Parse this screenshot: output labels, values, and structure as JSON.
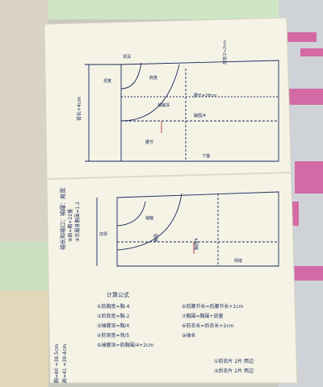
{
  "photo": {
    "header_notes": [
      "袖长和袖口：袖窿：肩宽",
      "⑧肩=胸+22量",
      "⑨衣服身胸围=1.2"
    ],
    "measurements": [
      "胸=80 =38.5cm",
      "肩=41 =39.4cm"
    ],
    "back_labels": {
      "left_vertical": "背长+4cm",
      "neck_width": "领宽",
      "neck_depth": "领深",
      "shoulder": "肩宽",
      "armhole": "袖窿深",
      "chest": "胸围/4",
      "waist": "腰节",
      "hem": "下摆",
      "right_top": "前宽/2+2cm",
      "side": "腰长=28cm"
    },
    "front_labels": {
      "center": "胸围",
      "neck": "前领",
      "armhole": "袖窿",
      "chest": "胸围/4",
      "side": "侧缝"
    },
    "formula_title": "计算公式",
    "formulas": [
      "①前胸宽=胸-4",
      "②后背宽=胸-2",
      "③袖窿深=胸/4",
      "④前领宽=领/5",
      "⑤袖窿深=前胸围/4+2cm",
      "⑥前腰节长=后腰节长+1cm",
      "⑦胸围=胸围+放量",
      "⑧前衣长=后衣长+2cm",
      "⑨袖长"
    ],
    "bottom_notes": [
      "①前衣片 2片 两边",
      "②后衣片 2片 两边"
    ],
    "colors": {
      "paper": "#f5f3e6",
      "ink": "#1a2a5a",
      "red_ink": "#b02020",
      "backdrop": "#c8cfcf"
    }
  }
}
